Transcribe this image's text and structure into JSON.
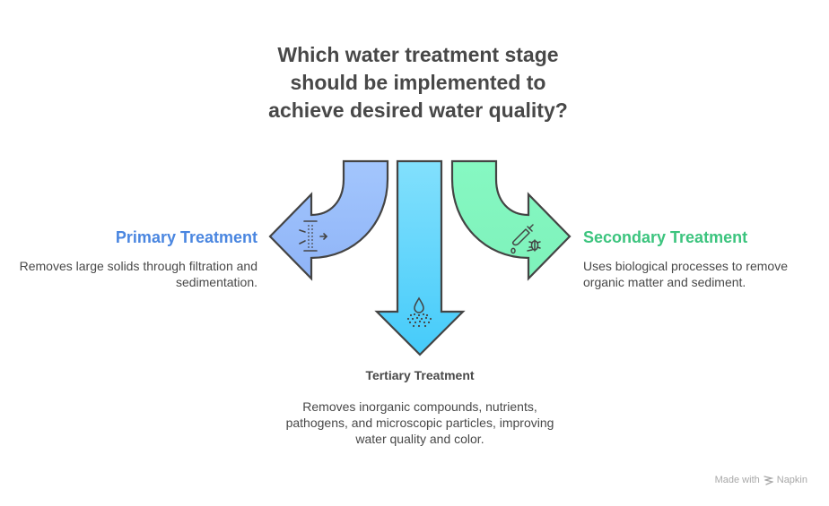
{
  "title": "Which water treatment stage should be implemented to achieve desired water quality?",
  "options": [
    {
      "id": "primary",
      "heading": "Primary Treatment",
      "description": "Removes large solids through filtration and sedimentation.",
      "icon": "filter-icon",
      "color": "#9ec1fb",
      "heading_color": "#4a86e0",
      "direction": "left"
    },
    {
      "id": "tertiary",
      "heading": "Tertiary Treatment",
      "description": "Removes inorganic compounds, nutrients, pathogens, and microscopic particles, improving water quality and color.",
      "icon": "water-drop-spray-icon",
      "color": "#6fd6fb",
      "heading_color": "#484848",
      "direction": "down"
    },
    {
      "id": "secondary",
      "heading": "Secondary Treatment",
      "description": "Uses biological processes to remove organic matter and sediment.",
      "icon": "dropper-bacteria-icon",
      "color": "#84f7c0",
      "heading_color": "#3cc47e",
      "direction": "right"
    }
  ],
  "footer": {
    "made_with": "Made with",
    "brand": "Napkin"
  }
}
